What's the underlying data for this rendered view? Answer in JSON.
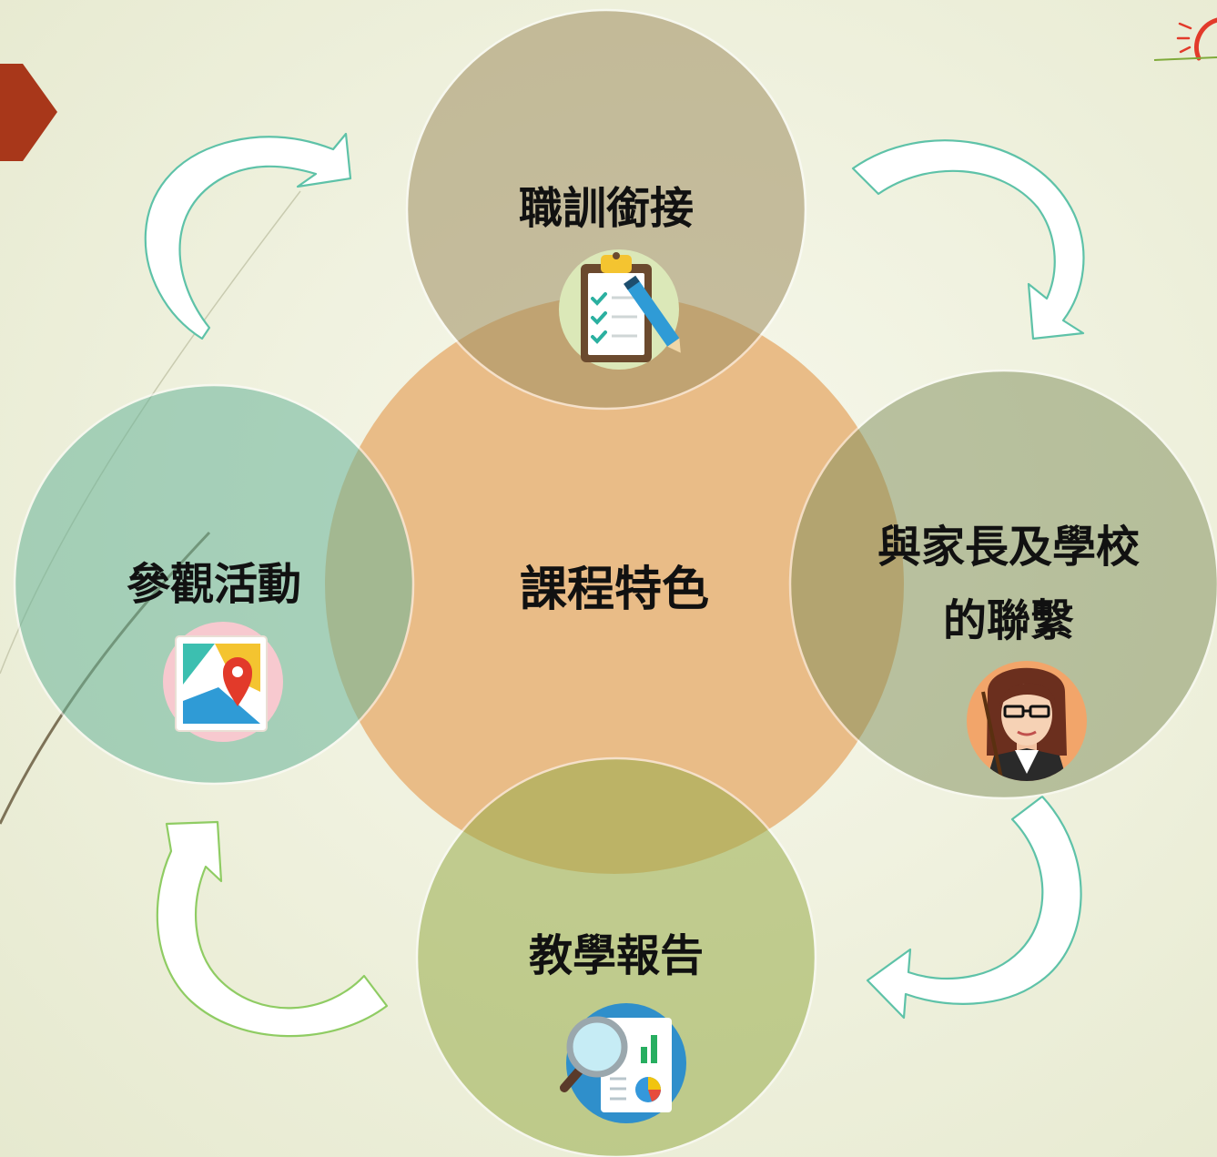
{
  "diagram": {
    "center": {
      "label": "課程特色"
    },
    "nodes": {
      "top": {
        "label": "職訓銜接",
        "icon": "clipboard-checklist-icon"
      },
      "right": {
        "label_line1": "與家長及學校",
        "label_line2": "的聯繫",
        "icon": "teacher-icon"
      },
      "bottom": {
        "label": "教學報告",
        "icon": "report-magnifier-icon"
      },
      "left": {
        "label": "參觀活動",
        "icon": "map-pin-icon"
      }
    }
  },
  "colors": {
    "center": "#e8b882",
    "top": "#c7b795",
    "right": "#b5bf9e",
    "bottom": "#c5d199",
    "left": "#a9cfbc",
    "arrow_teal": "#5ec2a8",
    "arrow_green": "#8fcc63",
    "accent_brick": "#a8371a"
  }
}
